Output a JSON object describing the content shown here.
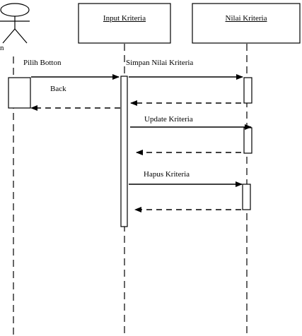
{
  "actor": {
    "label_partial": "n"
  },
  "objects": [
    {
      "id": "input",
      "title": "Input Kriteria"
    },
    {
      "id": "nilai",
      "title": "Nilai Kriteria"
    }
  ],
  "messages": {
    "pilih": "Pilih Botton",
    "back": "Back",
    "simpan": "Simpan Nilai Kriteria",
    "update": "Update Kriteria",
    "hapus": "Hapus Kriteria"
  },
  "colors": {
    "line": "#000000",
    "background": "#ffffff"
  }
}
